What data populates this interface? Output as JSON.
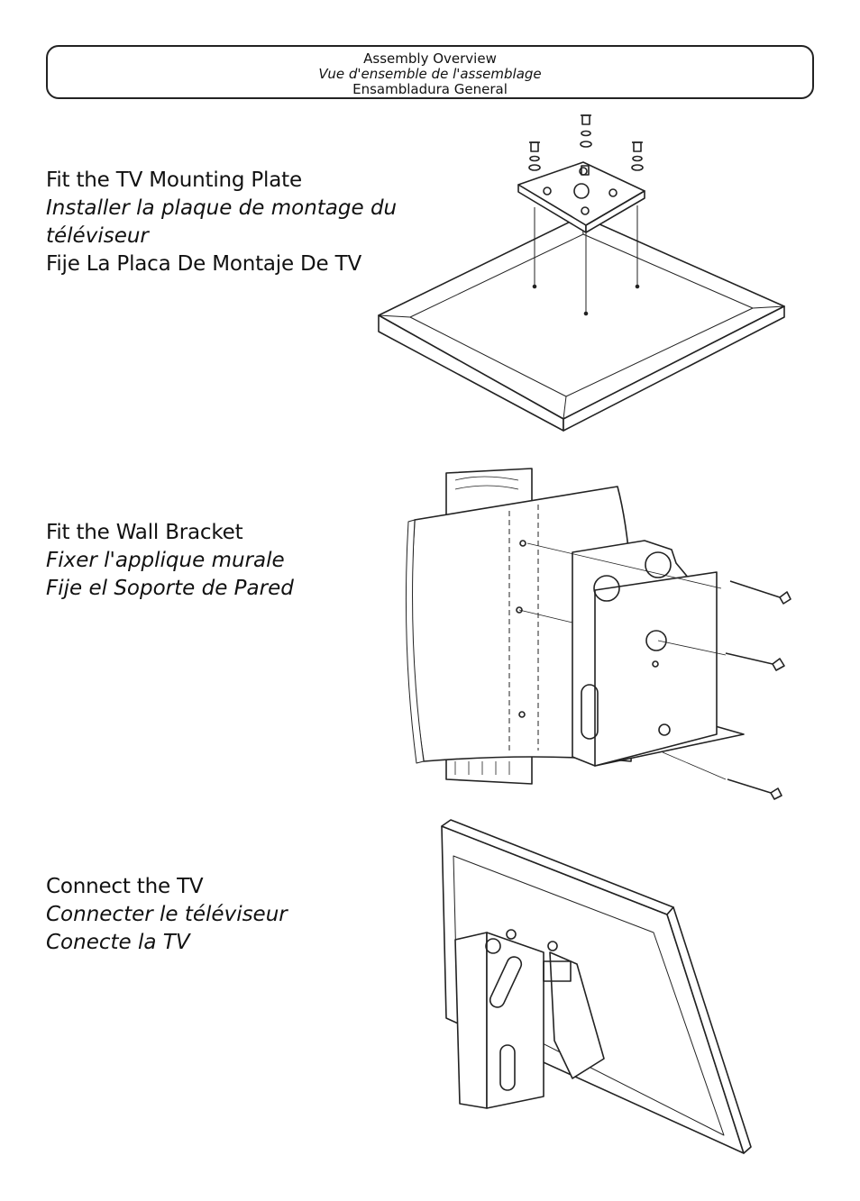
{
  "header": {
    "title_en": "Assembly Overview",
    "title_fr": "Vue d'ensemble de l'assemblage",
    "title_es": "Ensambladura General"
  },
  "steps": [
    {
      "en": "Fit the TV Mounting Plate",
      "fr": "Installer la plaque de montage du téléviseur",
      "es": "Fije La Placa De Montaje De TV"
    },
    {
      "en": "Fit the Wall Bracket",
      "fr": "Fixer l'applique murale",
      "es": "Fije el Soporte de Pared"
    },
    {
      "en": "Connect the TV",
      "fr": "Connecter le téléviseur",
      "es": "Conecte la TV"
    }
  ]
}
